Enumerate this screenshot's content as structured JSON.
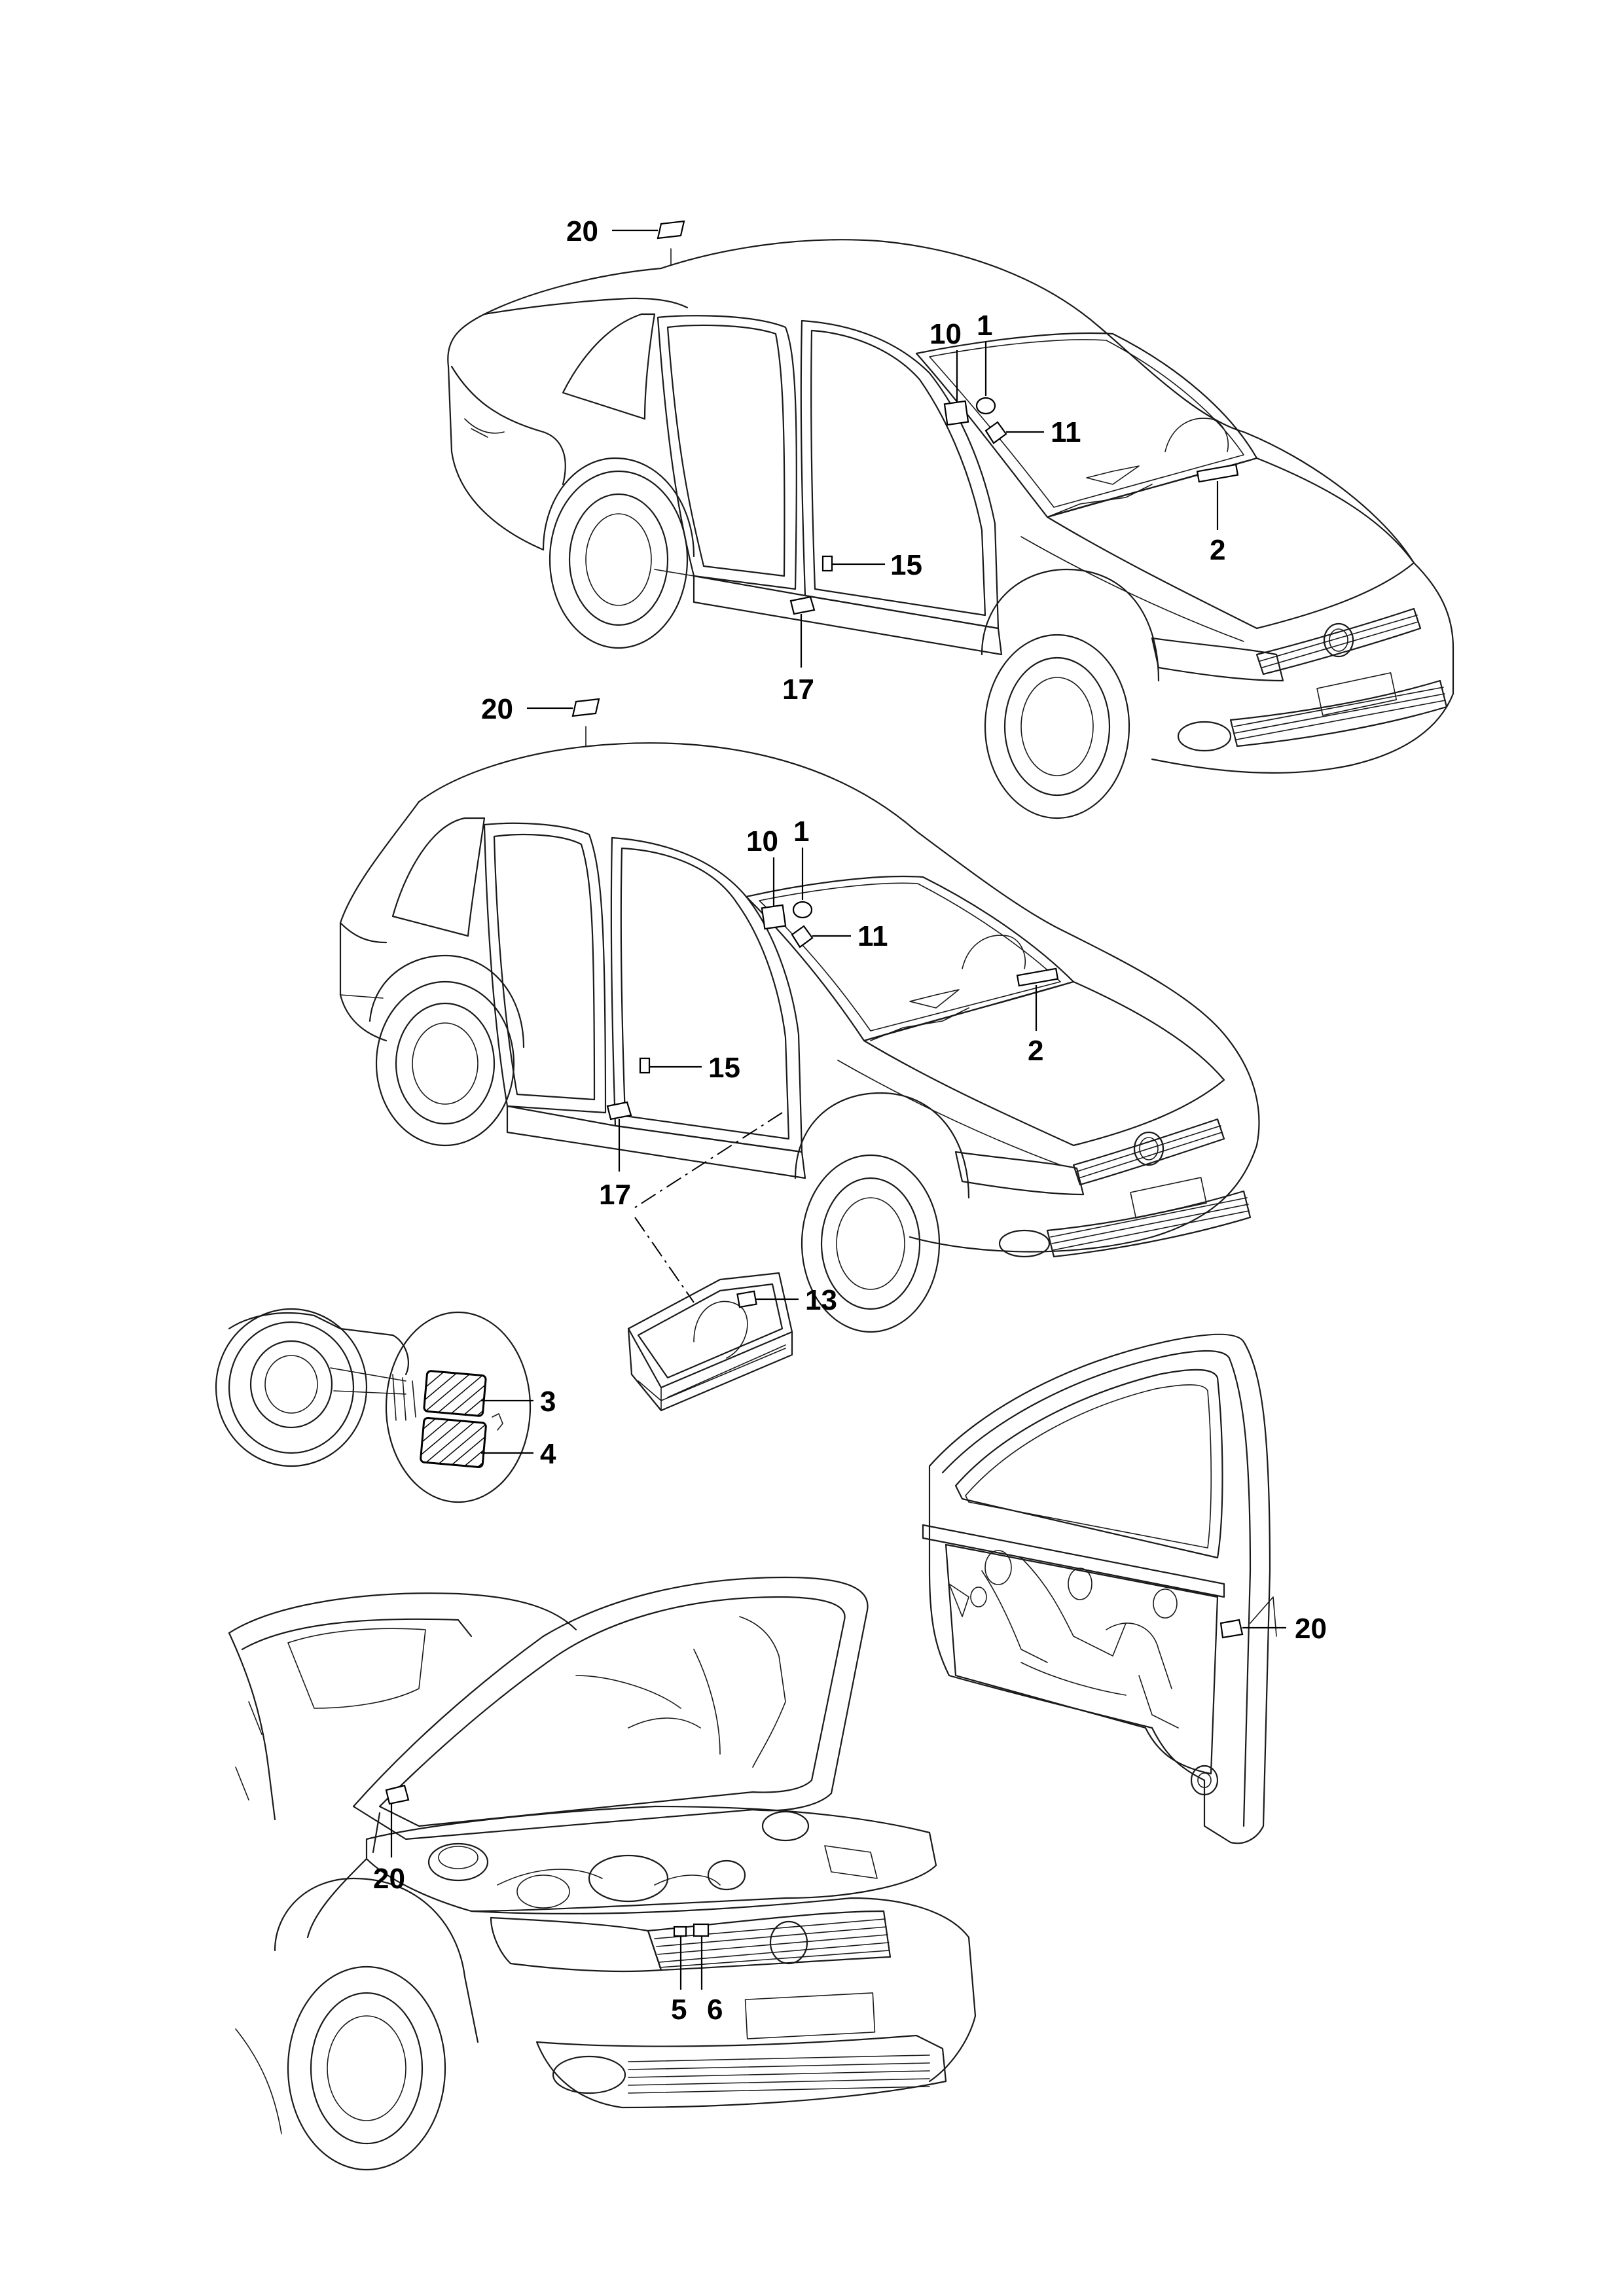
{
  "callouts": {
    "sedan": {
      "c20": "20",
      "c10": "10",
      "c1": "1",
      "c11": "11",
      "c2": "2",
      "c15": "15",
      "c17": "17"
    },
    "hatchback": {
      "c20": "20",
      "c10": "10",
      "c1": "1",
      "c11": "11",
      "c2": "2",
      "c15": "15",
      "c17": "17"
    },
    "glovebox": {
      "c13": "13"
    },
    "fuel_flap": {
      "c3": "3",
      "c4": "4"
    },
    "door": {
      "c20": "20"
    },
    "bonnet": {
      "c20": "20",
      "c5": "5",
      "c6": "6"
    }
  }
}
